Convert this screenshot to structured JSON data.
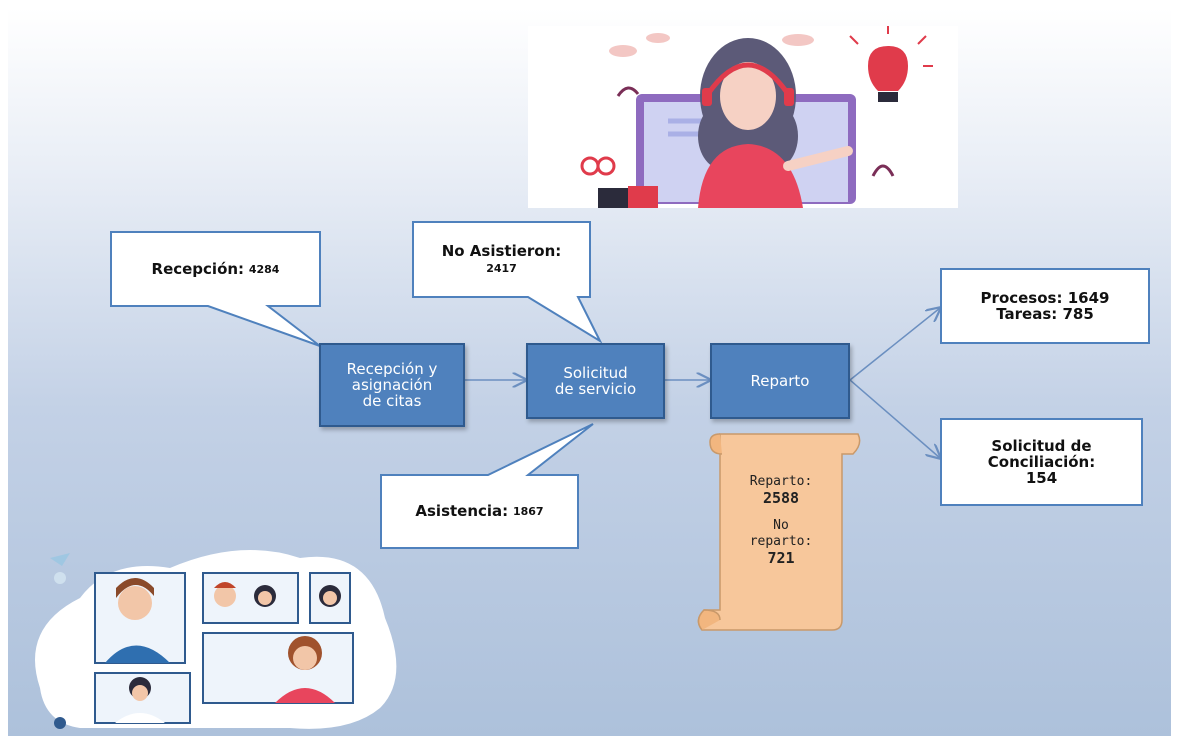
{
  "process": {
    "step1": "Recepción y\nasignación\nde citas",
    "step2": "Solicitud\nde servicio",
    "step3": "Reparto"
  },
  "callouts": {
    "recepcion": {
      "label": "Recepción:",
      "value": "4284"
    },
    "no_asistieron": {
      "label": "No Asistieron:",
      "value": "2417"
    },
    "asistencia": {
      "label": "Asistencia:",
      "value": "1867"
    }
  },
  "scroll": {
    "reparto_label": "Reparto:",
    "reparto_value": "2588",
    "no_reparto_label": "No\nreparto:",
    "no_reparto_value": "721"
  },
  "outcomes": {
    "procesos": "Procesos: 1649\nTareas: 785",
    "conciliacion": "Solicitud de\nConciliación:\n154"
  },
  "colors": {
    "process_box": "#4f81bd",
    "callout_border": "#4f81bd",
    "scroll_fill": "#f7c79b"
  },
  "illustrations": [
    "call-center-agent-illustration",
    "video-conference-illustration"
  ]
}
